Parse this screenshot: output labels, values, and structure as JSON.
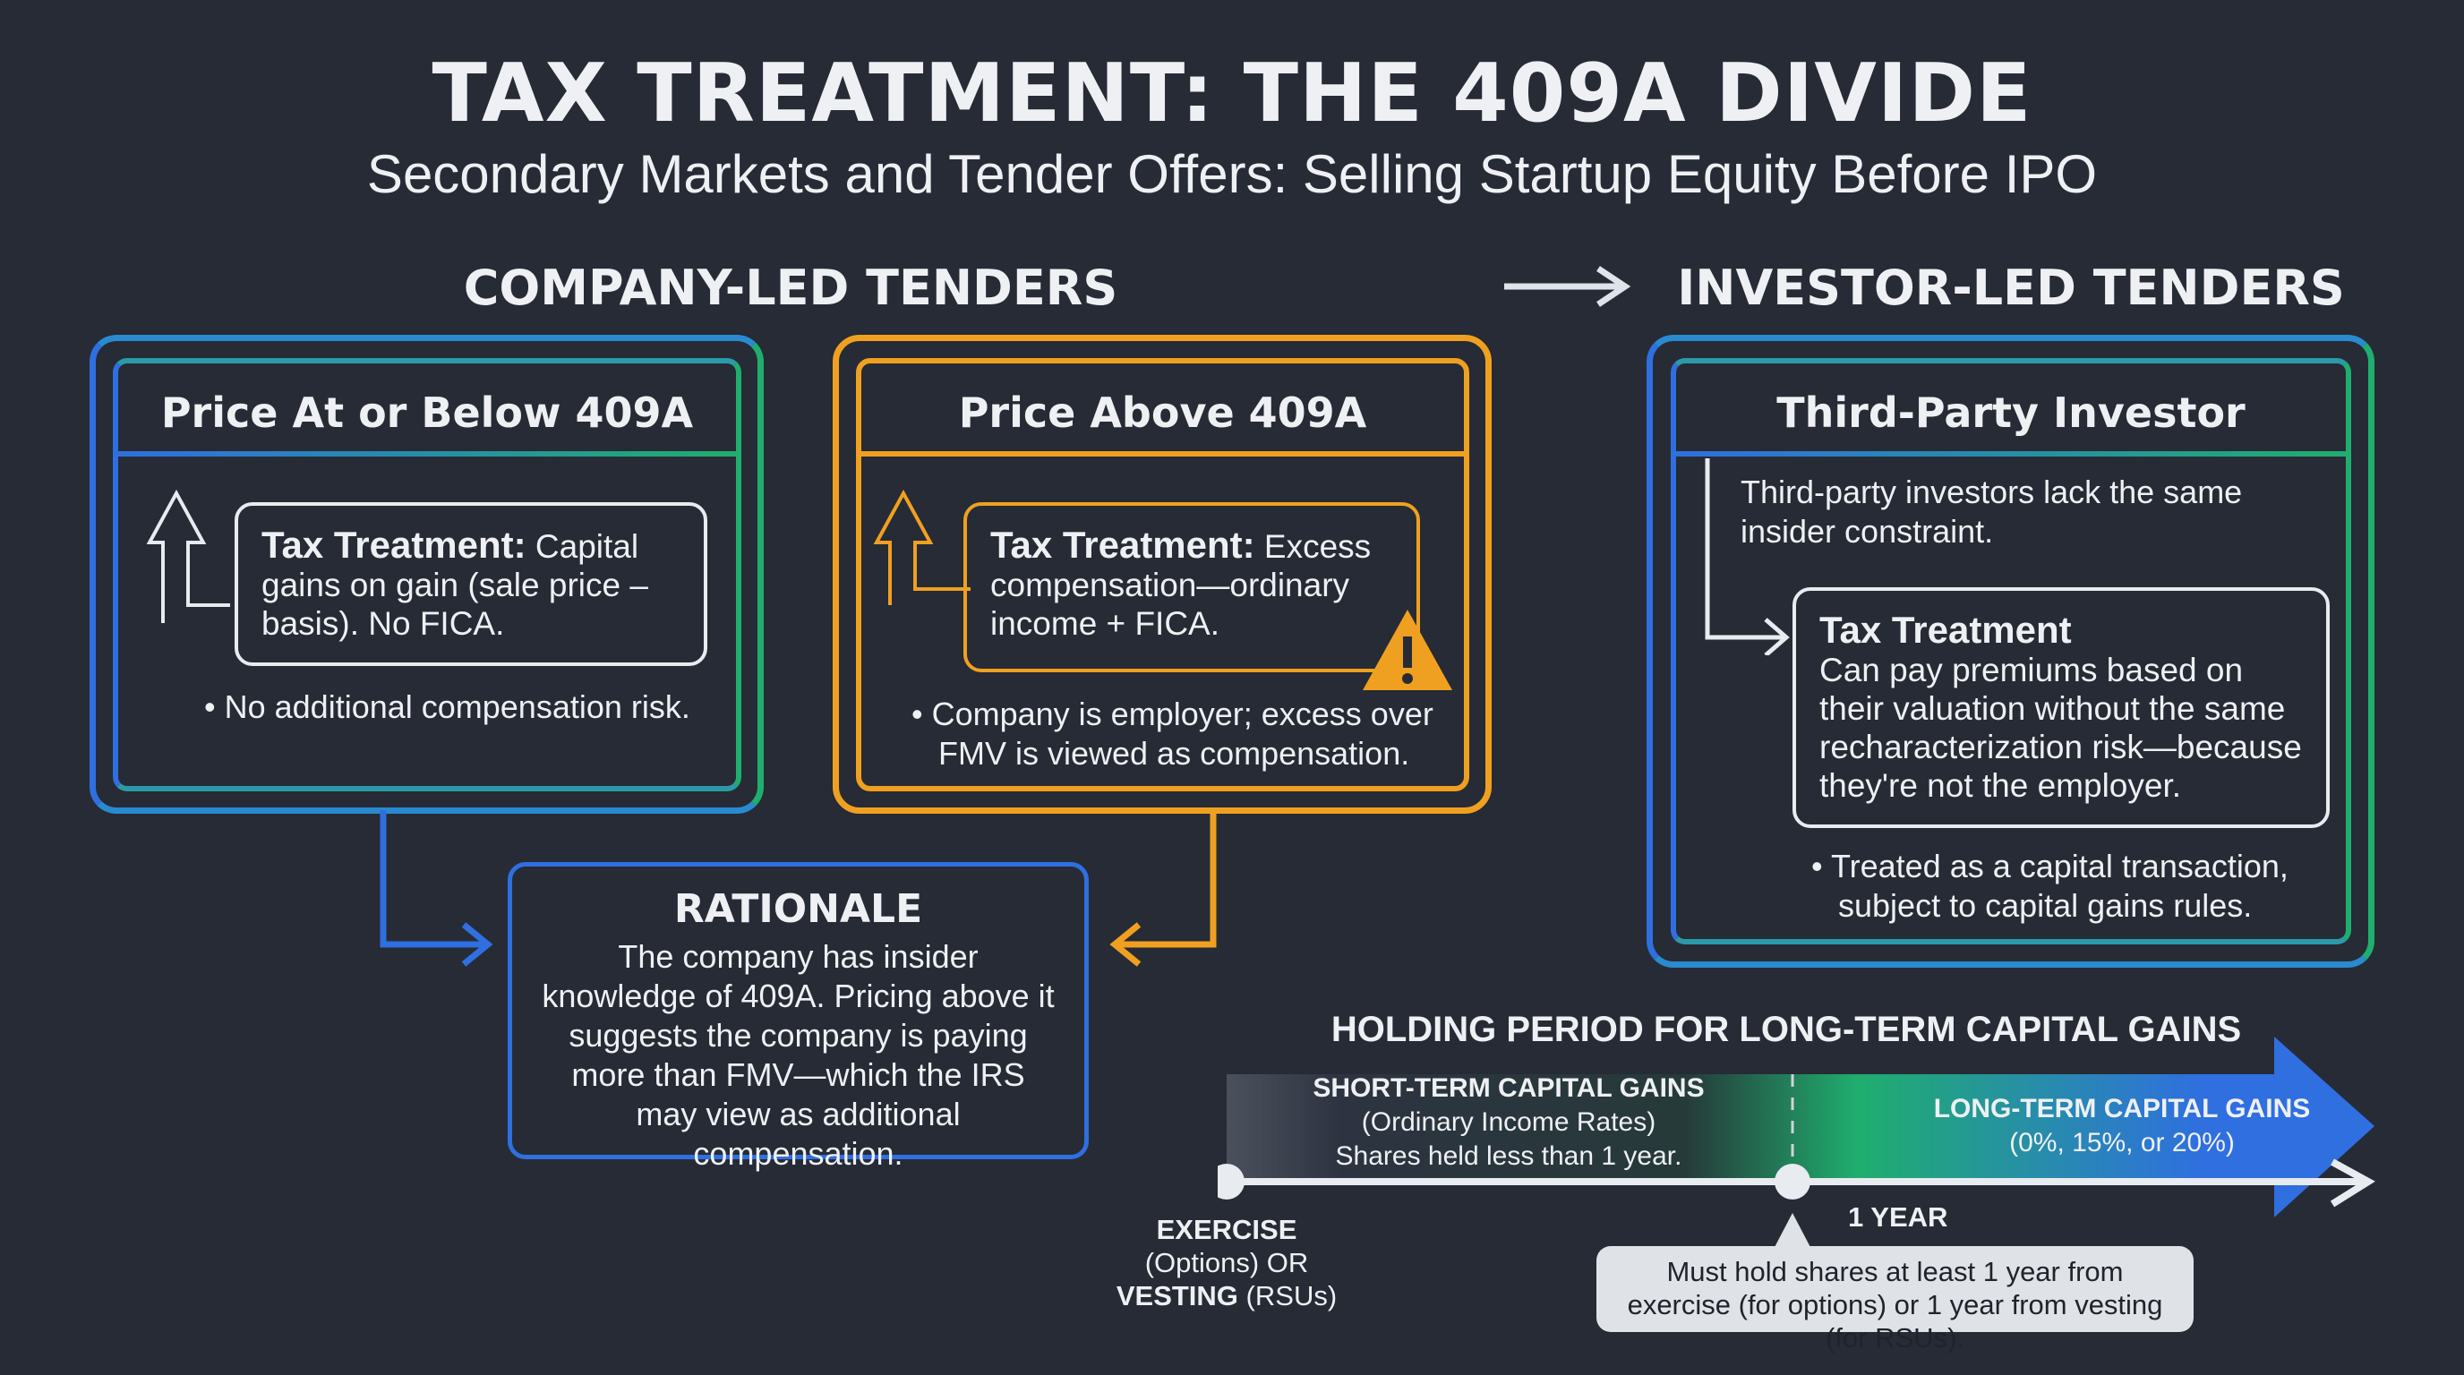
{
  "title": "TAX TREATMENT: THE 409A DIVIDE",
  "subtitle": "Secondary Markets and Tender Offers: Selling Startup Equity Before IPO",
  "company_led": {
    "heading": "COMPANY-LED TENDERS",
    "below": {
      "title": "Price At or Below 409A",
      "tax_label": "Tax Treatment:",
      "tax_text": " Capital gains on gain (sale price – basis). No FICA.",
      "bullet": "No additional compensation risk."
    },
    "above": {
      "title": "Price Above 409A",
      "tax_label": "Tax Treatment:",
      "tax_text": " Excess compensation—ordinary income + FICA.",
      "bullet": "Company is employer; excess over FMV is viewed as compensation."
    }
  },
  "investor_led": {
    "heading": "INVESTOR-LED TENDERS",
    "title": "Third-Party Investor",
    "intro": "Third-party investors lack the same insider constraint.",
    "tax_label": "Tax Treatment",
    "tax_text": "Can pay premiums based on their valuation without the same recharacterization risk—because they're not the employer.",
    "bullet": "Treated as a capital transaction, subject to capital gains rules."
  },
  "rationale": {
    "title": "RATIONALE",
    "text": "The company has insider knowledge of 409A. Pricing above it suggests the company is paying more than FMV—which the IRS may view as additional compensation."
  },
  "holding": {
    "title": "HOLDING PERIOD FOR LONG-TERM CAPITAL GAINS",
    "short_title": "SHORT-TERM CAPITAL GAINS",
    "short_rates": "(Ordinary Income Rates)",
    "short_note": "Shares held less than 1 year.",
    "long_title": "LONG-TERM CAPITAL GAINS",
    "long_rates": "(0%, 15%, or 20%)",
    "start_a": "EXERCISE",
    "start_b": "(Options) OR",
    "start_c": "VESTING",
    "start_d": " (RSUs)",
    "one_year": "1 YEAR",
    "callout": "Must hold shares at least 1 year from exercise (for options) or 1 year from vesting (for RSUs)."
  },
  "colors": {
    "blue": "#2f6fe0",
    "green": "#1fae6e",
    "orange": "#f0a020",
    "background": "#262b35"
  }
}
